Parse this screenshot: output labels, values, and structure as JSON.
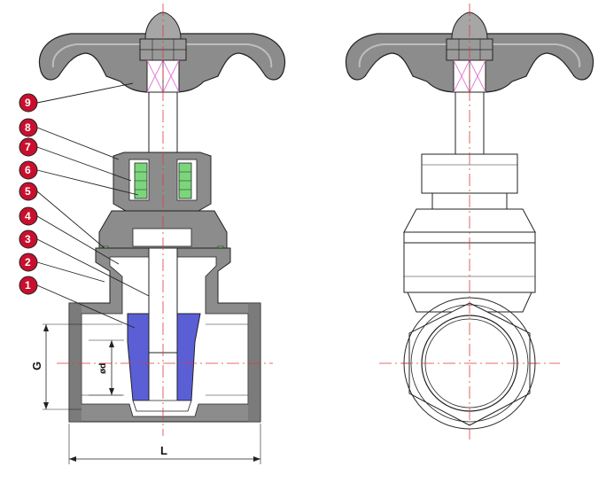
{
  "callouts": [
    "9",
    "8",
    "7",
    "6",
    "5",
    "4",
    "3",
    "2",
    "1"
  ],
  "dimensions": {
    "thread": "G",
    "bore": "ød",
    "length": "L"
  },
  "colors": {
    "body": "#8c8c8c",
    "body_dark": "#6e6e6e",
    "body_light": "#a6a6a6",
    "outline": "#222222",
    "disc": "#5b5fd6",
    "packing": "#7bd67b",
    "stud": "#e27fd6",
    "centerline": "#e03a3a",
    "badge": "#c8102e"
  }
}
